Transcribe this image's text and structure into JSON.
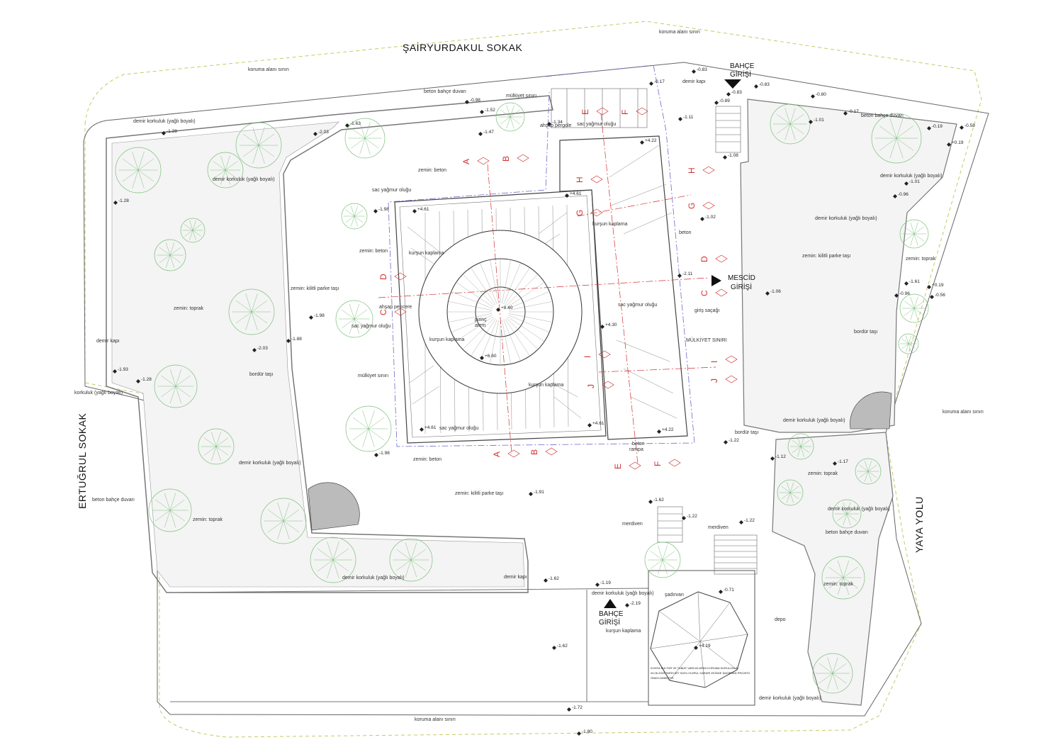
{
  "streets": {
    "north": "ŞAİRYURDAKUL SOKAK",
    "west": "ERTUĞRUL SOKAK",
    "east": "YAYA YOLU"
  },
  "entrances": {
    "garden_north": [
      "BAHÇE",
      "GİRİŞİ"
    ],
    "garden_south": [
      "BAHÇE",
      "GİRİŞİ"
    ],
    "mescid": [
      "MESCİD",
      "GİRİŞİ"
    ]
  },
  "property_line_label": "MÜLKİYET SINIRI",
  "sections": [
    "A",
    "B",
    "C",
    "D",
    "E",
    "F",
    "G",
    "H",
    "I",
    "J"
  ],
  "labels": [
    {
      "id": "koruma-top",
      "text": "koruma alanı sınırı"
    },
    {
      "id": "koruma-nw",
      "text": "koruma alanı sınırı"
    },
    {
      "id": "koruma-east",
      "text": "koruma alanı sınırı"
    },
    {
      "id": "koruma-south",
      "text": "koruma alanı sınırı"
    },
    {
      "id": "beton-bahce-top",
      "text": "beton bahçe duvarı"
    },
    {
      "id": "mulkiyet-top",
      "text": "mülkiyet sınırı"
    },
    {
      "id": "demir-kapi-top",
      "text": "demir kapı"
    },
    {
      "id": "beton-bahce-ne",
      "text": "beton bahçe duvarı"
    },
    {
      "id": "demir-korkuluk-nw",
      "text": "demir korkuluk (yağlı boyalı)"
    },
    {
      "id": "sac-top",
      "text": "sac yağmur oluğu"
    },
    {
      "id": "ahsap-pergole",
      "text": "ahşap pergole"
    },
    {
      "id": "demir-korkuluk-w1",
      "text": "demir korkuluk (yağlı boyalı)"
    },
    {
      "id": "zemin-beton-1",
      "text": "zemin: beton"
    },
    {
      "id": "sac-left",
      "text": "sac yağmur oluğu"
    },
    {
      "id": "demir-korkuluk-e1",
      "text": "demir korkuluk (yağlı boyalı)"
    },
    {
      "id": "demir-korkuluk-e2",
      "text": "demir korkuluk (yağlı boyalı)"
    },
    {
      "id": "kursun-1",
      "text": "kurşun kaplama"
    },
    {
      "id": "zemin-beton-2",
      "text": "zemin: beton"
    },
    {
      "id": "beton-1",
      "text": "beton"
    },
    {
      "id": "kursun-2",
      "text": "kurşun kaplama"
    },
    {
      "id": "zemin-kilitli-e",
      "text": "zemin: kilitli parke taşı"
    },
    {
      "id": "zemin-kilitli-w",
      "text": "zemin: kilitli parke taşı"
    },
    {
      "id": "zemin-toprak-w",
      "text": "zemin: toprak"
    },
    {
      "id": "zemin-toprak-e1",
      "text": "zemin: toprak"
    },
    {
      "id": "ahsap-pencere",
      "text": "ahşap pencere"
    },
    {
      "id": "sac-mid",
      "text": "sac yağmur oluğu"
    },
    {
      "id": "sac-right",
      "text": "sac yağmur oluğu"
    },
    {
      "id": "giris-sacagi",
      "text": "giriş saçağı"
    },
    {
      "id": "pirinc-alem-1",
      "text": "pirinç"
    },
    {
      "id": "pirinc-alem-2",
      "text": "alem"
    },
    {
      "id": "demir-kapi-w",
      "text": "demir kapı"
    },
    {
      "id": "kursun-3",
      "text": "kurşun kaplama"
    },
    {
      "id": "bordur-w",
      "text": "bordür taşı"
    },
    {
      "id": "bordur-e",
      "text": "bordür taşı"
    },
    {
      "id": "korkuluk-w2",
      "text": "korkuluk (yağlı boyalı)"
    },
    {
      "id": "mulkiyet-mid",
      "text": "mülkiyet sınırı"
    },
    {
      "id": "kursun-4",
      "text": "kurşun kaplama"
    },
    {
      "id": "sac-bottom",
      "text": "sac yağmur oluğu"
    },
    {
      "id": "bordur-mid",
      "text": "bordür taşı"
    },
    {
      "id": "demir-korkuluk-se1",
      "text": "demir korkuluk (yağlı boyalı)"
    },
    {
      "id": "beton-rampa-1",
      "text": "beton"
    },
    {
      "id": "beton-rampa-2",
      "text": "rampa"
    },
    {
      "id": "zemin-beton-3",
      "text": "zemin: beton"
    },
    {
      "id": "demir-korkuluk-w3",
      "text": "demir korkuluk (yağlı boyalı)"
    },
    {
      "id": "zemin-toprak-e2",
      "text": "zemin: toprak"
    },
    {
      "id": "zemin-kilitli-s",
      "text": "zemin: kilitli parke taşı"
    },
    {
      "id": "beton-bahce-w",
      "text": "beton bahçe duvarı"
    },
    {
      "id": "demir-korkuluk-se2",
      "text": "demir korkuluk (yağlı boyalı)"
    },
    {
      "id": "zemin-toprak-sw",
      "text": "zemin: toprak"
    },
    {
      "id": "merdiven-1",
      "text": "merdiven"
    },
    {
      "id": "merdiven-2",
      "text": "merdiven"
    },
    {
      "id": "beton-bahce-se",
      "text": "beton bahçe duvarı"
    },
    {
      "id": "demir-korkuluk-s",
      "text": "demir korkuluk (yağlı boyalı)"
    },
    {
      "id": "demir-kapi-s",
      "text": "demir kapı"
    },
    {
      "id": "zemin-toprak-se",
      "text": "zemin: toprak"
    },
    {
      "id": "demir-korkuluk-s2",
      "text": "demir korkuluk (yağlı boyalı)"
    },
    {
      "id": "sadirvan",
      "text": "şadırvan"
    },
    {
      "id": "kursun-5",
      "text": "kurşun kaplama"
    },
    {
      "id": "depo",
      "text": "depo"
    },
    {
      "id": "demir-korkuluk-se3",
      "text": "demir korkuluk (yağlı boyalı)"
    }
  ],
  "levels": [
    "-0.83",
    "-0.17",
    "-0.83",
    "-0.83",
    "-0.89",
    "-0.80",
    "-0.17",
    "-0.19",
    "-0.58",
    "+0.19",
    "-0.98",
    "-1.52",
    "-1.63",
    "-1.28",
    "-2.03",
    "-1.47",
    "-1.34",
    "+4.22",
    "-1.11",
    "-1.01",
    "-1.08",
    "-1.28",
    "+4.61",
    "-1.98",
    "+4.61",
    "-1.01",
    "-0.96",
    "-1.02",
    "-2.11",
    "-1.06",
    "+8.40",
    "-1.98",
    "+4.30",
    "-1.88",
    "-2.03",
    "+6.60",
    "-0.96",
    "-1.61",
    "+0.19",
    "-0.56",
    "-1.93",
    "-1.28",
    "+4.61",
    "+4.61",
    "+4.22",
    "-1.98",
    "-1.22",
    "-1.12",
    "-1.17",
    "-1.91",
    "-1.62",
    "-1.22",
    "-1.22",
    "-1.62",
    "-1.19",
    "-0.71",
    "-2.19",
    "+4.19",
    "-1.62",
    "-1.72",
    "-1.80"
  ],
  "note": [
    "KONYA KÜLTÜR VE TABİAT VARLIKLARINI KORUMA KURULUNUN",
    "04.06.2003 TARİH 597 SAYILI KURUL KARARI EKİNDE ŞADIRVAN PROJESİ",
    "ONAYLANMIŞTIR."
  ],
  "colors": {
    "line": "#555555",
    "section": "#d23030",
    "tree": "#7cbf7c",
    "property": "#6a6acc",
    "koruma": "#c8c865"
  }
}
